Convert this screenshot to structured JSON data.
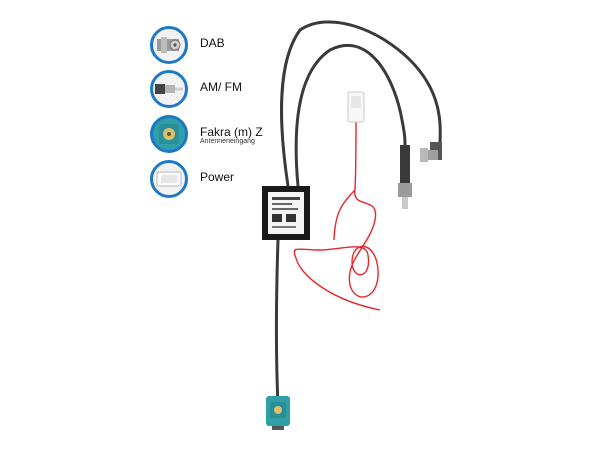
{
  "legend": {
    "items": [
      {
        "label": "DAB",
        "sublabel": "",
        "icon": "dab-connector-icon"
      },
      {
        "label": "AM/ FM",
        "sublabel": "",
        "icon": "am-fm-plug-icon"
      },
      {
        "label": "Fakra (m) Z",
        "sublabel": "Antenneneingang",
        "icon": "fakra-connector-icon"
      },
      {
        "label": "Power",
        "sublabel": "",
        "icon": "power-connector-icon"
      }
    ]
  },
  "colors": {
    "icon_ring": "#1e78c8",
    "cable": "#3a3a3a",
    "power_wire": "#e8262a",
    "fakra_teal": "#2f9fa8",
    "splitter_box": "#1a1a1a"
  }
}
